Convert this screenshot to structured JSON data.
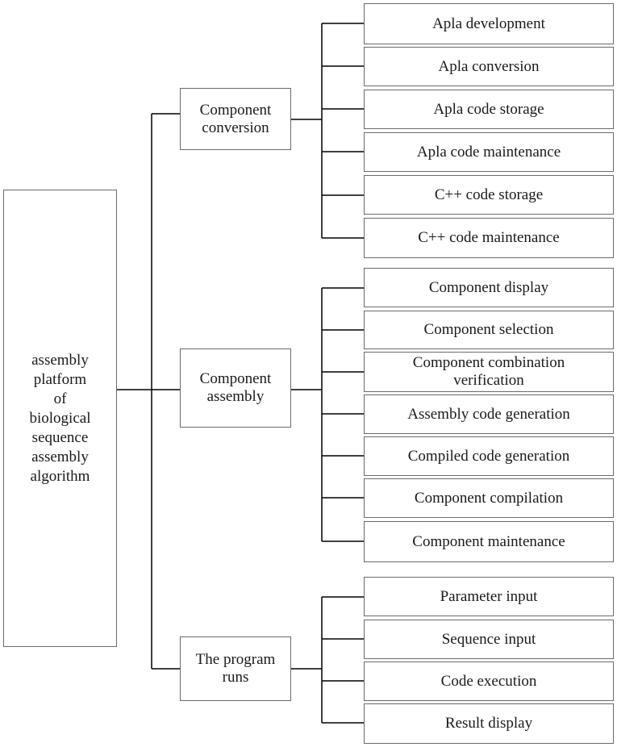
{
  "root": {
    "label": "assembly\nplatform\nof\nbiological\nsequence\nassembly\nalgorithm"
  },
  "groups": [
    {
      "label": "Component\nconversion",
      "items": [
        "Apla development",
        "Apla conversion",
        "Apla code storage",
        "Apla code maintenance",
        "C++ code storage",
        "C++ code maintenance"
      ]
    },
    {
      "label": "Component\nassembly",
      "items": [
        "Component display",
        "Component selection",
        "Component combination\nverification",
        "Assembly code generation",
        "Compiled code generation",
        "Component compilation",
        "Component maintenance"
      ]
    },
    {
      "label": "The program\nruns",
      "items": [
        "Parameter input",
        "Sequence input",
        "Code execution",
        "Result display"
      ]
    }
  ]
}
